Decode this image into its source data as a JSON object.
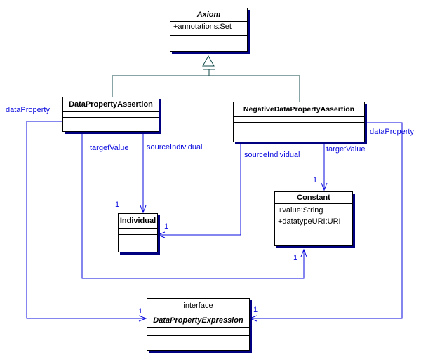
{
  "diagram": {
    "kind": "uml-class-diagram",
    "classes": {
      "axiom": {
        "name": "Axiom",
        "abstract": true,
        "attributes": [
          "+annotations:Set"
        ]
      },
      "data_property_assertion": {
        "name": "DataPropertyAssertion"
      },
      "negative_data_property_assertion": {
        "name": "NegativeDataPropertyAssertion"
      },
      "individual": {
        "name": "Individual"
      },
      "constant": {
        "name": "Constant",
        "attributes": [
          "+value:String",
          "+datatypeURI:URI"
        ]
      },
      "data_property_expression": {
        "stereotype": "interface",
        "name": "DataPropertyExpression",
        "abstract": true
      }
    },
    "association_labels": {
      "left_data_property": "dataProperty",
      "left_target_value": "targetValue",
      "left_source_individual": "sourceIndividual",
      "right_source_individual": "sourceIndividual",
      "right_target_value": "targetValue",
      "right_data_property": "dataProperty"
    },
    "multiplicity": {
      "one": "1"
    },
    "colors": {
      "association": "#0b0bdf",
      "generalization": "#104a4a",
      "box_border": "#000000",
      "box_shadow": "#000080",
      "background": "#ffffff"
    }
  }
}
